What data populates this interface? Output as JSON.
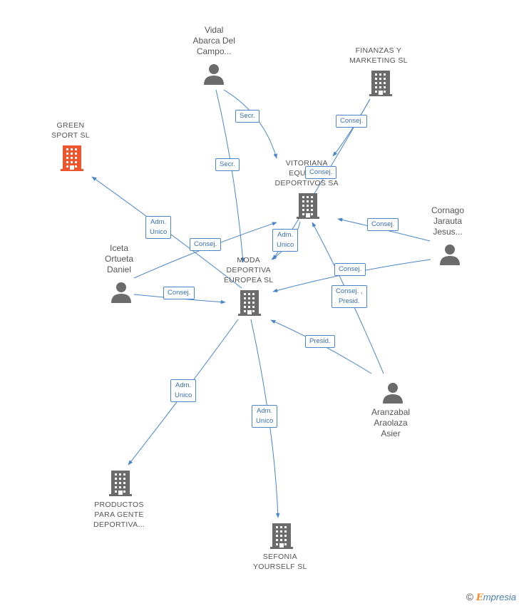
{
  "nodes": {
    "vidal": {
      "type": "person",
      "lines": [
        "Vidal",
        "Abarca Del",
        "Campo..."
      ]
    },
    "finanzas": {
      "type": "company",
      "lines": [
        "FINANZAS Y",
        "MARKETING SL"
      ]
    },
    "green": {
      "type": "company",
      "highlight": true,
      "lines": [
        "GREEN",
        "SPORT SL"
      ]
    },
    "vitoriana": {
      "type": "company",
      "lines": [
        "VITORIANA",
        "EQUIPA...",
        "DEPORTIVOS SA"
      ]
    },
    "cornago": {
      "type": "person",
      "lines": [
        "Cornago",
        "Jarauta",
        "Jesus..."
      ]
    },
    "iceta": {
      "type": "person",
      "lines": [
        "Iceta",
        "Ortueta",
        "Daniel"
      ]
    },
    "moda": {
      "type": "company",
      "lines": [
        "MODA",
        "DEPORTIVA",
        "EUROPEA SL"
      ]
    },
    "aranzabal": {
      "type": "person",
      "lines": [
        "Aranzabal",
        "Araolaza",
        "Asier"
      ]
    },
    "productos": {
      "type": "company",
      "lines": [
        "PRODUCTOS",
        "PARA GENTE",
        "DEPORTIVA..."
      ]
    },
    "sefonia": {
      "type": "company",
      "lines": [
        "SEFONIA",
        "YOURSELF SL"
      ]
    }
  },
  "edges": [
    {
      "id": "vidal-vitoriana",
      "label": [
        "Secr."
      ]
    },
    {
      "id": "vidal-moda",
      "label": [
        "Secr."
      ]
    },
    {
      "id": "finanzas-vitoriana",
      "label": [
        "Consej."
      ]
    },
    {
      "id": "finanzas-moda",
      "label": [
        "Consej."
      ]
    },
    {
      "id": "moda-green",
      "label": [
        "Adm.",
        "Unico"
      ]
    },
    {
      "id": "iceta-vitoriana",
      "label": [
        "Consej."
      ]
    },
    {
      "id": "vitoriana-moda",
      "label": [
        "Adm.",
        "Unico"
      ]
    },
    {
      "id": "cornago-vitoriana",
      "label": [
        "Consej."
      ]
    },
    {
      "id": "cornago-moda",
      "label": [
        "Consej."
      ]
    },
    {
      "id": "aranzabal-vitoriana",
      "label": [
        "Consej. ,",
        "Presid."
      ]
    },
    {
      "id": "iceta-moda",
      "label": [
        "Consej."
      ]
    },
    {
      "id": "aranzabal-moda",
      "label": [
        "Presid."
      ]
    },
    {
      "id": "moda-productos",
      "label": [
        "Adm.",
        "Unico"
      ]
    },
    {
      "id": "moda-sefonia",
      "label": [
        "Adm.",
        "Unico"
      ]
    }
  ],
  "colors": {
    "edge": "#4a86c8",
    "icon": "#6b6b6b",
    "highlight": "#f0562e",
    "text": "#555555"
  },
  "footer": {
    "copyright": "©",
    "brand_initial": "E",
    "brand_rest": "mpresia"
  }
}
